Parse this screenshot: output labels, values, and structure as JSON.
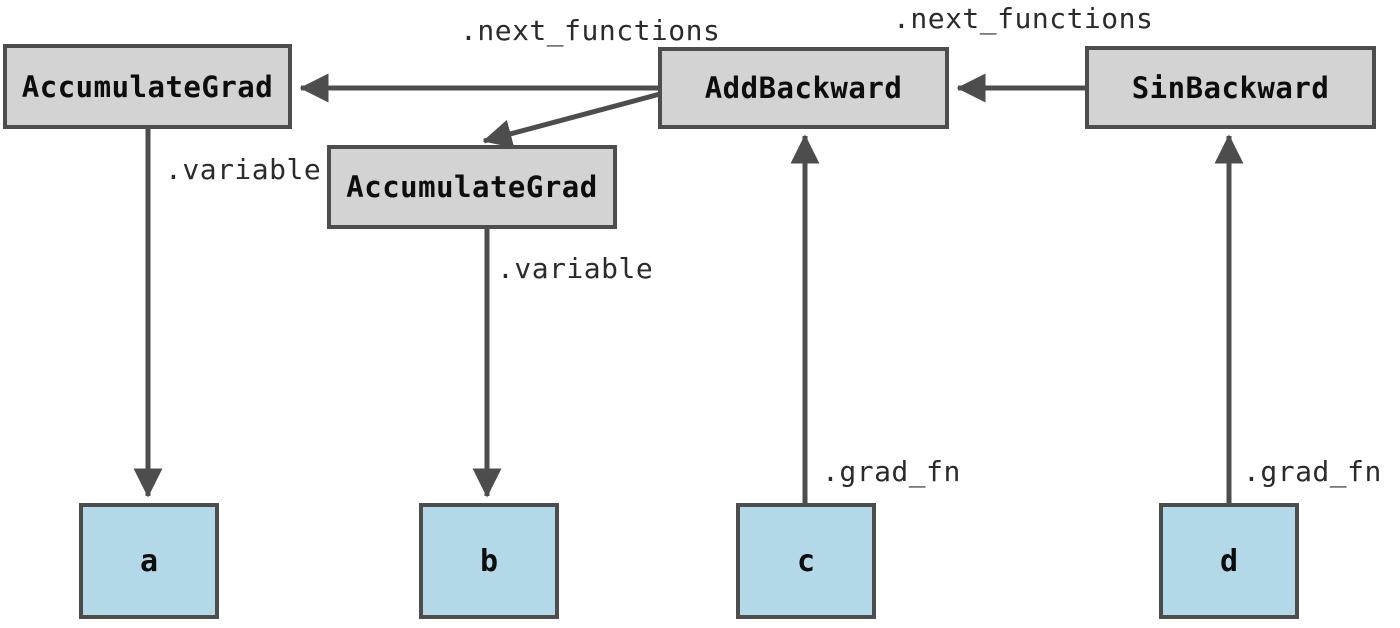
{
  "diagram": {
    "nodes": {
      "accumulate_grad_1": {
        "label": "AccumulateGrad",
        "type": "grad-function"
      },
      "add_backward": {
        "label": "AddBackward",
        "type": "grad-function"
      },
      "sin_backward": {
        "label": "SinBackward",
        "type": "grad-function"
      },
      "accumulate_grad_2": {
        "label": "AccumulateGrad",
        "type": "grad-function"
      },
      "tensor_a": {
        "label": "a",
        "type": "tensor"
      },
      "tensor_b": {
        "label": "b",
        "type": "tensor"
      },
      "tensor_c": {
        "label": "c",
        "type": "tensor"
      },
      "tensor_d": {
        "label": "d",
        "type": "tensor"
      }
    },
    "edge_labels": {
      "next_functions_add_to_accumulate": ".next_functions",
      "next_functions_sin_to_add": ".next_functions",
      "variable_accumulate1_to_a": ".variable",
      "variable_accumulate2_to_b": ".variable",
      "grad_fn_c_to_add": ".grad_fn",
      "grad_fn_d_to_sin": ".grad_fn"
    },
    "colors": {
      "function_node_fill": "#d3d3d3",
      "tensor_node_fill": "#b3d9e8",
      "node_border": "#4d4d4d",
      "edge_stroke": "#4d4d4d",
      "canvas_background": "#ffffff"
    }
  }
}
